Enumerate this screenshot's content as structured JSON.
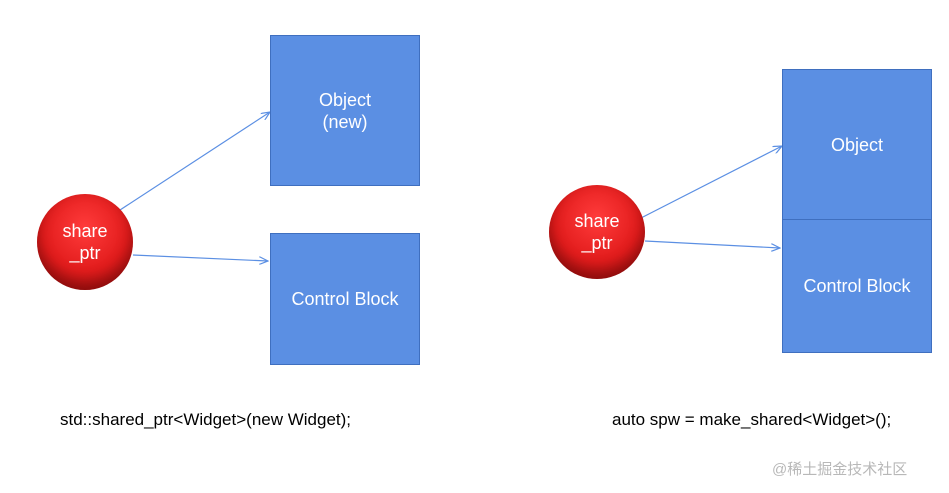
{
  "left_diagram": {
    "pointer": {
      "line1": "share",
      "line2": "_ptr"
    },
    "object_box": {
      "line1": "Object",
      "line2": "(new)"
    },
    "control_box": {
      "label": "Control Block"
    },
    "code": "std::shared_ptr<Widget>(new Widget);"
  },
  "right_diagram": {
    "pointer": {
      "line1": "share",
      "line2": "_ptr"
    },
    "object_section": {
      "label": "Object"
    },
    "control_section": {
      "label": "Control Block"
    },
    "code": "auto spw = make_shared<Widget>();"
  },
  "watermark": "@稀土掘金技术社区",
  "colors": {
    "box_fill": "#5b8fe3",
    "box_border": "#3f6fbf",
    "pointer_fill": "#e21c1c",
    "arrow": "#5b8fe3"
  }
}
